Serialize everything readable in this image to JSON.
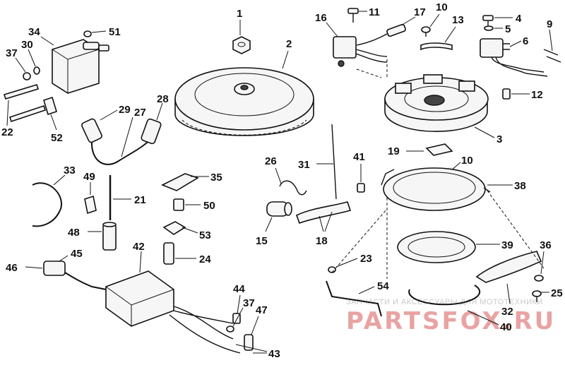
{
  "callouts": {
    "c1": "1",
    "c2": "2",
    "c3": "3",
    "c4": "4",
    "c5": "5",
    "c6": "6",
    "c9": "9",
    "c10a": "10",
    "c10b": "10",
    "c11": "11",
    "c12": "12",
    "c13": "13",
    "c15": "15",
    "c16": "16",
    "c17": "17",
    "c18": "18",
    "c19": "19",
    "c21": "21",
    "c22": "22",
    "c23": "23",
    "c24": "24",
    "c25": "25",
    "c26": "26",
    "c27": "27",
    "c28": "28",
    "c29": "29",
    "c30": "30",
    "c31": "31",
    "c32": "32",
    "c33": "33",
    "c34": "34",
    "c35": "35",
    "c36": "36",
    "c37a": "37",
    "c37b": "37",
    "c38": "38",
    "c39": "39",
    "c40": "40",
    "c41": "41",
    "c42": "42",
    "c43": "43",
    "c44": "44",
    "c45": "45",
    "c46": "46",
    "c47": "47",
    "c48": "48",
    "c49": "49",
    "c50": "50",
    "c51": "51",
    "c52": "52",
    "c53": "53",
    "c54": "54"
  },
  "watermark": {
    "caption": "ЗАПЧАСТИ И АКСЕССУАРЫ ДЛЯ МОТОТЕХНИКИ",
    "brand": "PARTSFOX.RU"
  }
}
